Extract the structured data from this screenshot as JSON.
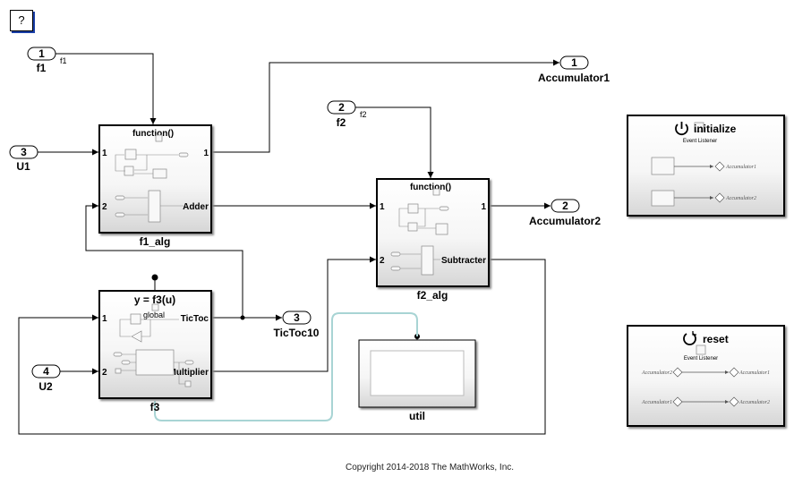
{
  "help_button": {
    "label": "?"
  },
  "inports": [
    {
      "number": "1",
      "name": "f1",
      "signal": "f1"
    },
    {
      "number": "3",
      "name": "U1"
    },
    {
      "number": "2",
      "name": "f2",
      "signal": "f2"
    },
    {
      "number": "4",
      "name": "U2"
    }
  ],
  "outports": [
    {
      "number": "1",
      "name": "Accumulator1"
    },
    {
      "number": "2",
      "name": "Accumulator2"
    },
    {
      "number": "3",
      "name": "TicToc10"
    }
  ],
  "blocks": {
    "f1_alg": {
      "name": "f1_alg",
      "title": "function()",
      "in1": "1",
      "in2": "2",
      "out1": "1",
      "out2": "Adder"
    },
    "f2_alg": {
      "name": "f2_alg",
      "title": "function()",
      "in1": "1",
      "in2": "2",
      "out1": "1",
      "out2": "Subtracter"
    },
    "f3": {
      "name": "f3",
      "title": "y = f3(u)",
      "in1": "1",
      "in2": "2",
      "out1": "TicToc",
      "out2": "Multiplier",
      "inner_label": "global"
    },
    "util": {
      "name": "util"
    },
    "initialize": {
      "title": "initialize",
      "subtitle": "Event Listener",
      "targets": [
        "Accumulator1",
        "Accumulator2"
      ]
    },
    "reset": {
      "title": "reset",
      "subtitle": "Event Listener",
      "rows": [
        {
          "from": "Accumulator2",
          "to": "Accumulator1"
        },
        {
          "from": "Accumulator1",
          "to": "Accumulator2"
        }
      ]
    }
  },
  "colors": {
    "help_shadow": "#1a3fa8",
    "link_line": "#a8d4d4"
  },
  "footer": {
    "copyright": "Copyright 2014-2018 The MathWorks, Inc."
  }
}
